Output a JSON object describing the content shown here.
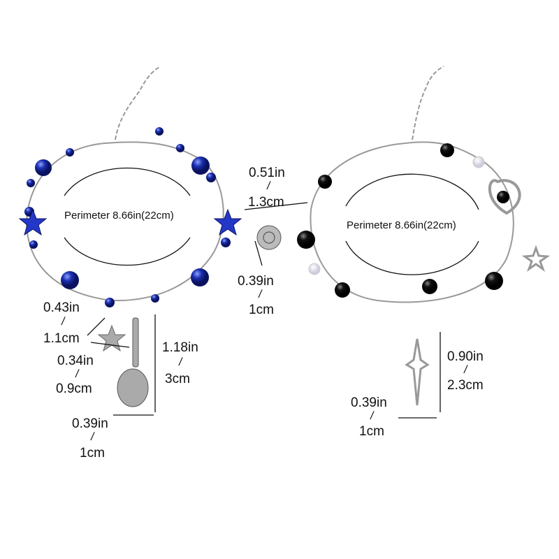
{
  "left_bracelet": {
    "perimeter": "Perimeter 8.66in(22cm)",
    "star_charm": {
      "in": "0.43in",
      "cm": "1.1cm"
    },
    "star_width": {
      "in": "0.34in",
      "cm": "0.9cm"
    },
    "guitar_length": {
      "in": "1.18in",
      "cm": "3cm"
    },
    "guitar_width": {
      "in": "0.39in",
      "cm": "1cm"
    },
    "bead_color": "#1a2fb0"
  },
  "right_bracelet": {
    "perimeter": "Perimeter 8.66in(22cm)",
    "spiral_charm": {
      "in": "0.51in",
      "cm": "1.3cm"
    },
    "spiral_height": {
      "in": "0.39in",
      "cm": "1cm"
    },
    "star_pendant_length": {
      "in": "0.90in",
      "cm": "2.3cm"
    },
    "star_pendant_width": {
      "in": "0.39in",
      "cm": "1cm"
    },
    "bead_color": "#111111"
  },
  "separator": "/"
}
